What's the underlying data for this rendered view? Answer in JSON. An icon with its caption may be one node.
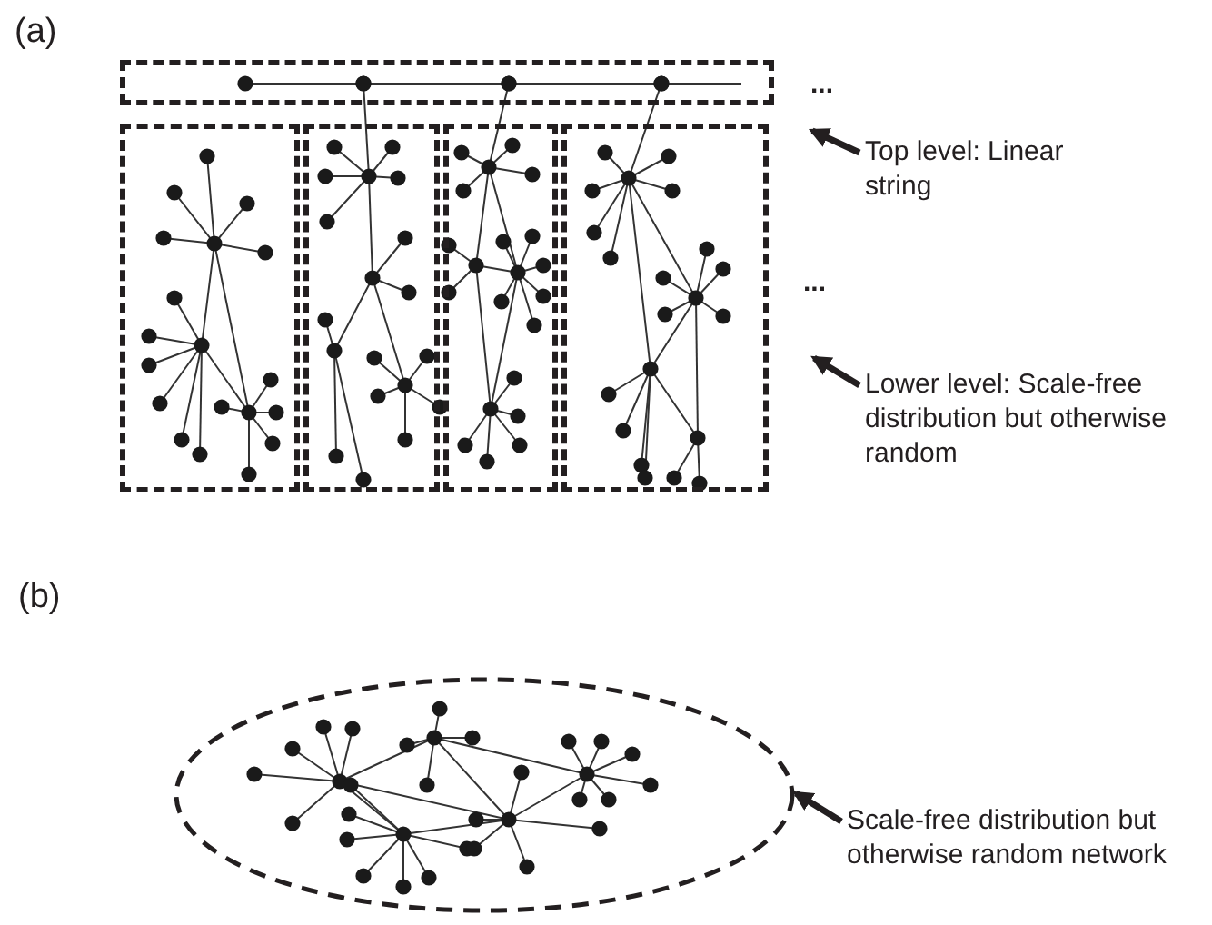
{
  "diagram": {
    "nodes": [
      {
        "text": [],
        "shape": "box"
      },
      {
        "text": [],
        "shape": "box"
      },
      {
        "text": [],
        "shape": "box"
      },
      {
        "text": [],
        "shape": "box"
      },
      {
        "text": [],
        "shape": "box"
      },
      {
        "text": [
          "Top level: Linear string"
        ]
      },
      {
        "text": [
          "Lower level: Scale-free distribution but otherwise random"
        ]
      },
      {
        "text": [],
        "shape": "ellipse"
      },
      {
        "text": [
          "Scale-free distribution but otherwise random network"
        ]
      }
    ],
    "edges": [
      {
        "from": 5,
        "to": null,
        "arrow": "to"
      },
      {
        "from": 6,
        "to": null,
        "arrow": "to"
      },
      {
        "from": 8,
        "to": 7,
        "arrow": "to"
      }
    ],
    "labels": [
      "(a)",
      "...",
      "...",
      "(b)"
    ]
  }
}
